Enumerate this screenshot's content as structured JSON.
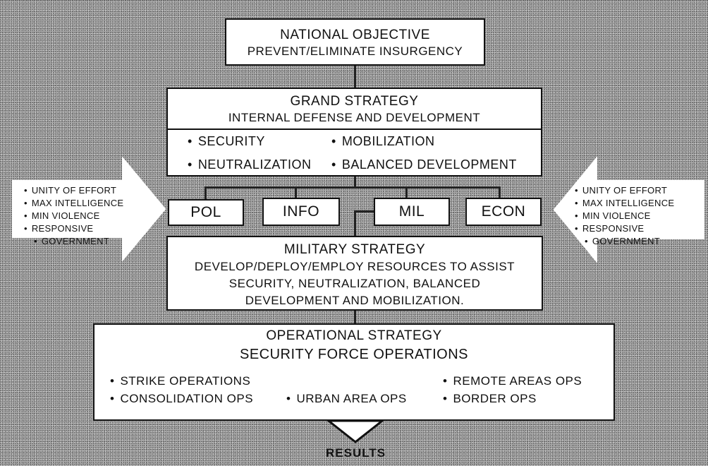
{
  "national": {
    "title": "NATIONAL OBJECTIVE",
    "subtitle": "PREVENT/ELIMINATE INSURGENCY"
  },
  "grand": {
    "title": "GRAND STRATEGY",
    "subtitle": "INTERNAL DEFENSE AND DEVELOPMENT",
    "items": [
      "SECURITY",
      "MOBILIZATION",
      "NEUTRALIZATION",
      "BALANCED DEVELOPMENT"
    ]
  },
  "instruments": [
    "POL",
    "INFO",
    "MIL",
    "ECON"
  ],
  "side": {
    "items": [
      "UNITY OF EFFORT",
      "MAX INTELLIGENCE",
      "MIN VIOLENCE",
      "RESPONSIVE"
    ],
    "continuation": "GOVERNMENT"
  },
  "military": {
    "title": "MILITARY STRATEGY",
    "lines": [
      "DEVELOP/DEPLOY/EMPLOY RESOURCES TO ASSIST",
      "SECURITY, NEUTRALIZATION, BALANCED",
      "DEVELOPMENT AND MOBILIZATION."
    ]
  },
  "operational": {
    "title": "OPERATIONAL STRATEGY",
    "subtitle": "SECURITY FORCE OPERATIONS",
    "items": [
      "STRIKE OPERATIONS",
      "CONSOLIDATION OPS",
      "URBAN AREA OPS",
      "REMOTE AREAS OPS",
      "BORDER OPS"
    ]
  },
  "results": "RESULTS"
}
